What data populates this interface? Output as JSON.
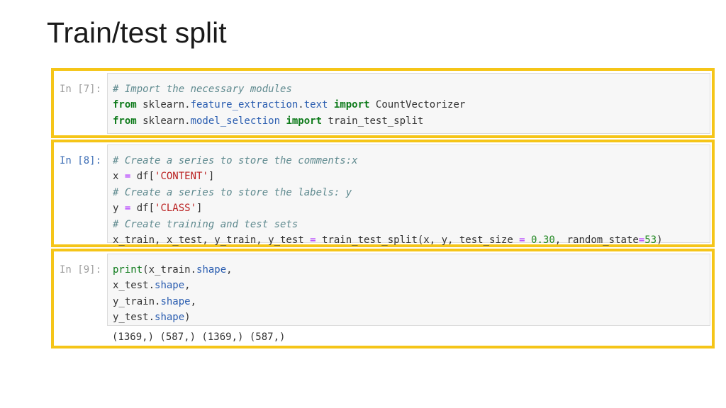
{
  "slide": {
    "title": "Train/test split"
  },
  "cells": [
    {
      "prompt": "In [7]:",
      "lines": [
        [
          {
            "t": "# Import the necessary modules",
            "c": "cm"
          }
        ],
        [
          {
            "t": "from",
            "c": "kw"
          },
          {
            "t": " sklearn."
          },
          {
            "t": "feature_extraction",
            "c": "at"
          },
          {
            "t": "."
          },
          {
            "t": "text",
            "c": "at"
          },
          {
            "t": " "
          },
          {
            "t": "import",
            "c": "kw"
          },
          {
            "t": " CountVectorizer"
          }
        ],
        [
          {
            "t": "from",
            "c": "kw"
          },
          {
            "t": " sklearn."
          },
          {
            "t": "model_selection",
            "c": "at"
          },
          {
            "t": " "
          },
          {
            "t": "import",
            "c": "kw"
          },
          {
            "t": " train_test_split"
          }
        ]
      ],
      "output": ""
    },
    {
      "prompt": "In [8]:",
      "lines": [
        [
          {
            "t": "# Create a series to store the comments:x",
            "c": "cm"
          }
        ],
        [
          {
            "t": "x "
          },
          {
            "t": "=",
            "c": "op"
          },
          {
            "t": " df["
          },
          {
            "t": "'CONTENT'",
            "c": "st"
          },
          {
            "t": "]"
          }
        ],
        [
          {
            "t": "# Create a series to store the labels: y",
            "c": "cm"
          }
        ],
        [
          {
            "t": "y "
          },
          {
            "t": "=",
            "c": "op"
          },
          {
            "t": " df["
          },
          {
            "t": "'CLASS'",
            "c": "st"
          },
          {
            "t": "]"
          }
        ],
        [
          {
            "t": "# Create training and test sets",
            "c": "cm"
          }
        ],
        [
          {
            "t": "x_train, x_test, y_train, y_test "
          },
          {
            "t": "=",
            "c": "op"
          },
          {
            "t": " train_test_split(x, y, test_size "
          },
          {
            "t": "=",
            "c": "op"
          },
          {
            "t": " "
          },
          {
            "t": "0.30",
            "c": "nu"
          },
          {
            "t": ", random_state"
          },
          {
            "t": "=",
            "c": "op"
          },
          {
            "t": "53",
            "c": "nu"
          },
          {
            "t": ")"
          }
        ]
      ],
      "output": ""
    },
    {
      "prompt": "In [9]:",
      "lines": [
        [
          {
            "t": "print",
            "c": "bi"
          },
          {
            "t": "(x_train."
          },
          {
            "t": "shape",
            "c": "at"
          },
          {
            "t": ","
          }
        ],
        [
          {
            "t": "x_test."
          },
          {
            "t": "shape",
            "c": "at"
          },
          {
            "t": ","
          }
        ],
        [
          {
            "t": "y_train."
          },
          {
            "t": "shape",
            "c": "at"
          },
          {
            "t": ","
          }
        ],
        [
          {
            "t": "y_test."
          },
          {
            "t": "shape",
            "c": "at"
          },
          {
            "t": ")"
          }
        ]
      ],
      "output": "(1369,) (587,) (1369,) (587,)"
    }
  ]
}
